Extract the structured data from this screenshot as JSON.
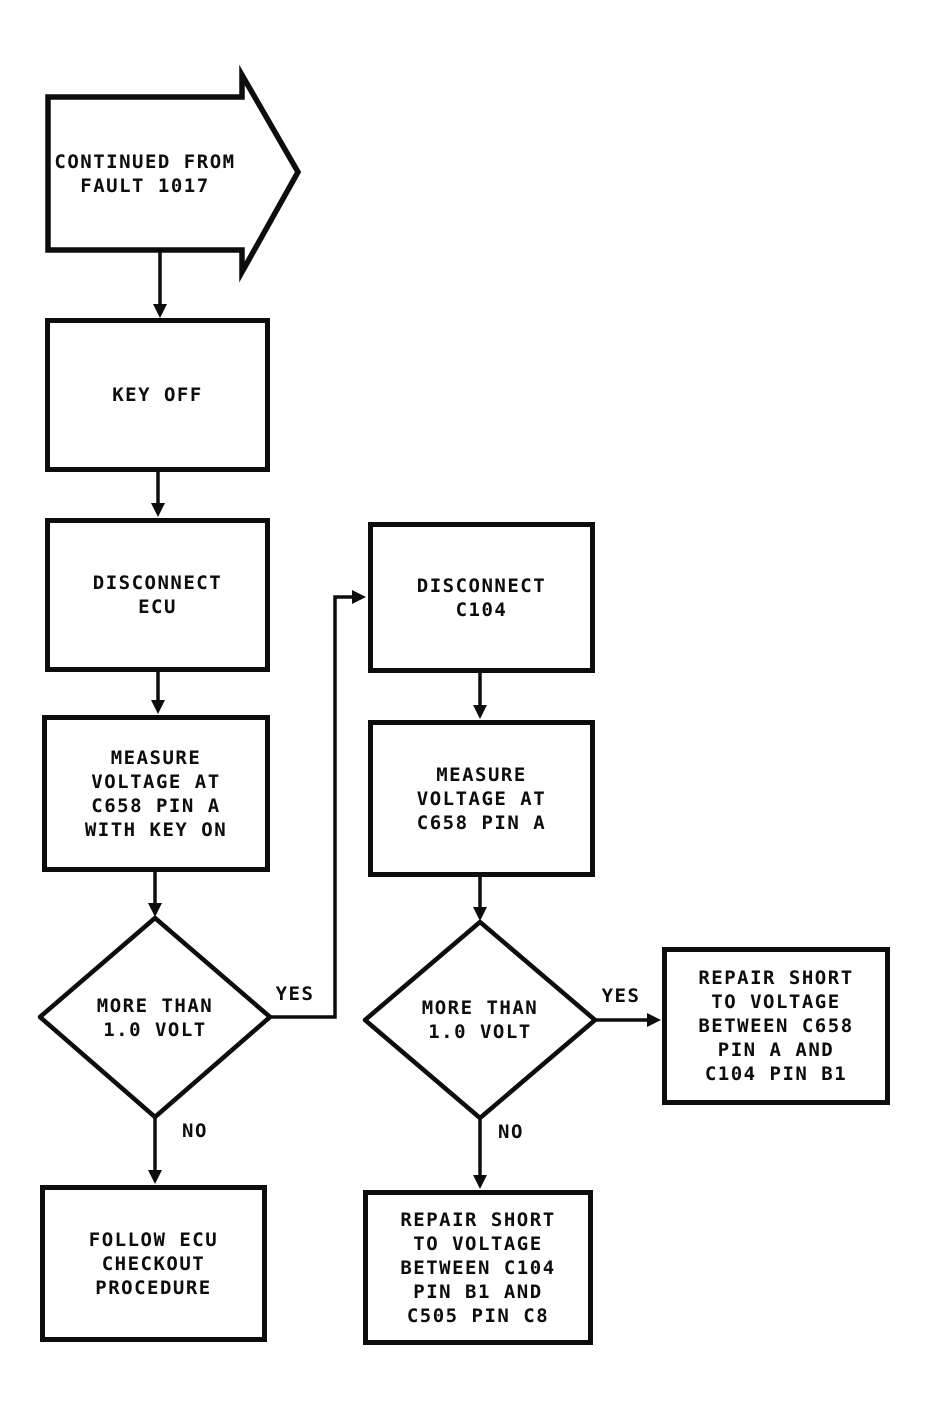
{
  "palette": {
    "ink": "#0d0d0d",
    "paper": "#ffffff"
  },
  "flowchart": {
    "entry": {
      "label": "CONTINUED FROM\nFAULT 1017"
    },
    "key_off": {
      "label": "KEY OFF"
    },
    "disconnect_ecu": {
      "label": "DISCONNECT\nECU"
    },
    "measure_key_on": {
      "label": "MEASURE\nVOLTAGE AT\nC658 PIN A\nWITH KEY ON"
    },
    "decision_left": {
      "label": "MORE THAN\n1.0 VOLT",
      "yes_label": "YES",
      "no_label": "NO"
    },
    "follow_ecu": {
      "label": "FOLLOW ECU\nCHECKOUT\nPROCEDURE"
    },
    "disconnect_c104": {
      "label": "DISCONNECT\nC104"
    },
    "measure_c658": {
      "label": "MEASURE\nVOLTAGE AT\nC658 PIN A"
    },
    "decision_right": {
      "label": "MORE THAN\n1.0 VOLT",
      "yes_label": "YES",
      "no_label": "NO"
    },
    "repair_c658_c104": {
      "label": "REPAIR SHORT\nTO VOLTAGE\nBETWEEN C658\nPIN A AND\nC104 PIN B1"
    },
    "repair_c104_c505": {
      "label": "REPAIR SHORT\nTO VOLTAGE\nBETWEEN C104\nPIN B1 AND\nC505 PIN C8"
    }
  }
}
